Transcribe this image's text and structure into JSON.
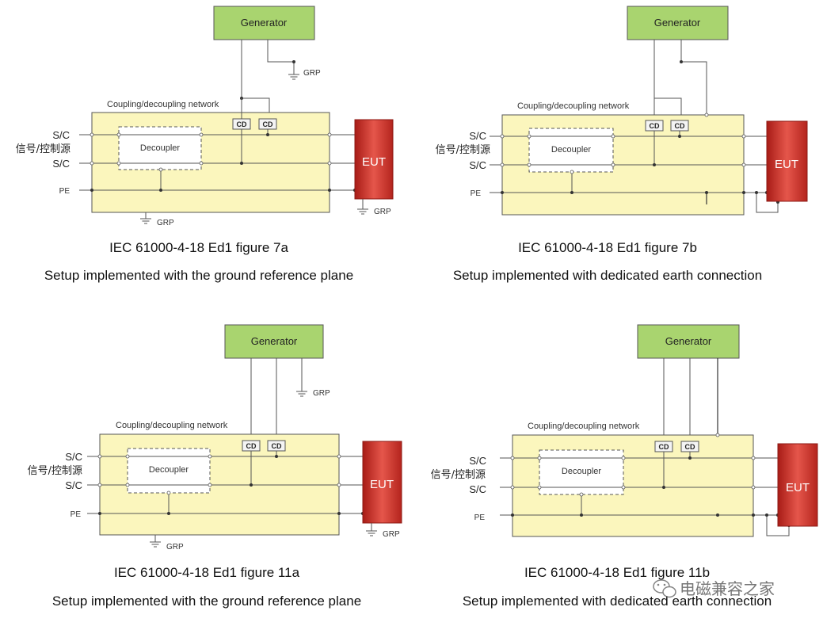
{
  "labels": {
    "generator": "Generator",
    "cdn": "Coupling/decoupling network",
    "decoupler": "Decoupler",
    "cd": "CD",
    "eut": "EUT",
    "grp": "GRP",
    "sc": "S/C",
    "signal": "信号/控制源",
    "pe": "PE"
  },
  "captions": {
    "fig7a_title": "IEC 61000-4-18 Ed1 figure 7a",
    "fig7a_sub": "Setup implemented with the ground reference plane",
    "fig7b_title": "IEC 61000-4-18 Ed1 figure 7b",
    "fig7b_sub": "Setup implemented with dedicated earth connection",
    "fig11a_title": "IEC 61000-4-18 Ed1 figure 11a",
    "fig11a_sub": "Setup implemented with the ground reference plane",
    "fig11b_title": "IEC 61000-4-18 Ed1 figure 11b",
    "fig11b_sub": "Setup implemented with dedicated earth connection"
  },
  "watermark": {
    "text": "电磁兼容之家",
    "icon": "wechat-icon"
  },
  "colors": {
    "generator": "#a9d46f",
    "cdn_fill": "#fbf6bd",
    "eut": "#c8322a"
  }
}
